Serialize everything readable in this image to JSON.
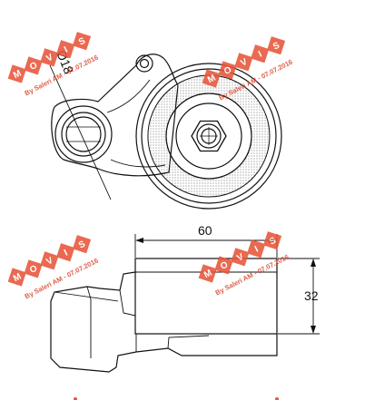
{
  "drawing": {
    "diameter_label": "Ø18",
    "width_label": "60",
    "height_label": "32"
  },
  "watermark": {
    "letters": [
      "M",
      "O",
      "V",
      "I",
      "S"
    ],
    "byline": "By Saleri AM - 07.07.2016",
    "color": "#e8553a"
  }
}
